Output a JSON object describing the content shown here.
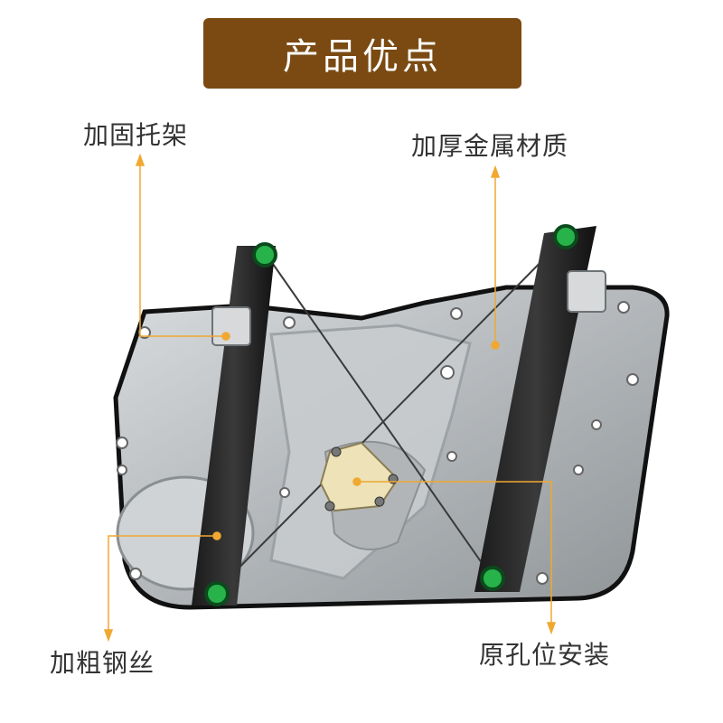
{
  "header": {
    "title": "产品优点"
  },
  "callouts": [
    {
      "label": "加固托架"
    },
    {
      "label": "加厚金属材质"
    },
    {
      "label": "加粗钢丝"
    },
    {
      "label": "原孔位安装"
    }
  ],
  "colors": {
    "banner": "#7a4a12",
    "callout_line": "#f0a830",
    "roller": "#27b34a"
  }
}
